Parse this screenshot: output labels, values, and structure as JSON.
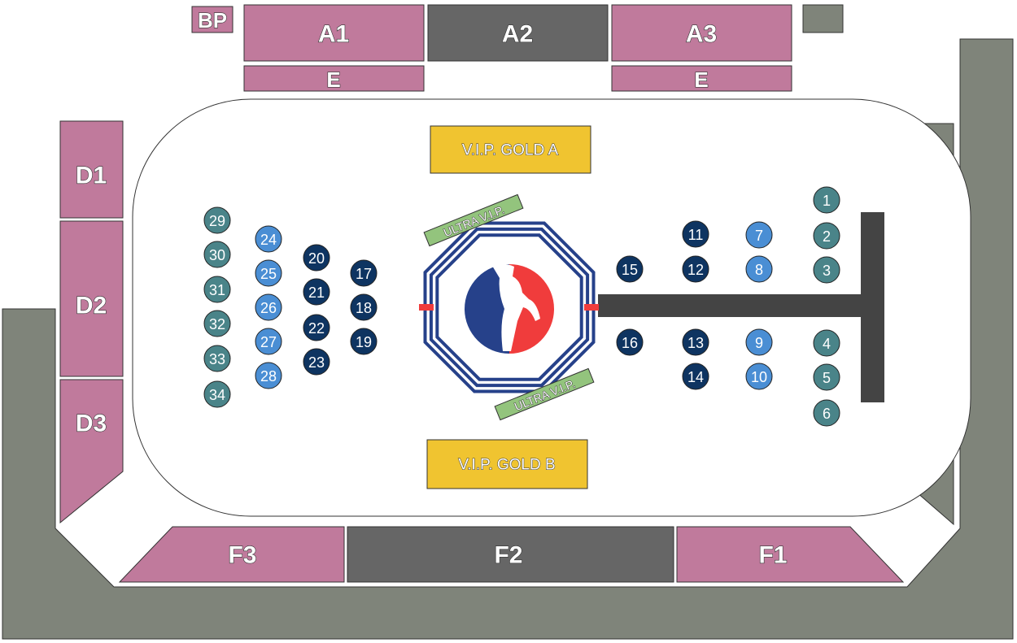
{
  "colors": {
    "section_pink": "#c07a9c",
    "section_dark": "#666666",
    "wall": "#7f847a",
    "vip_gold": "#f0c430",
    "ultra_vip": "#93c47d",
    "table_teal": "#4a8489",
    "table_light_blue": "#4a8ed4",
    "table_navy": "#0e3461",
    "ring_blue": "#26418a",
    "ring_red": "#f03c3c"
  },
  "sections": {
    "bp": "BP",
    "a1": "A1",
    "a2": "A2",
    "a3": "A3",
    "e_left": "E",
    "e_right": "E",
    "d1": "D1",
    "d2": "D2",
    "d3": "D3",
    "f1": "F1",
    "f2": "F2",
    "f3": "F3"
  },
  "vip": {
    "gold_a": "V.I.P. GOLD A",
    "gold_b": "V.I.P. GOLD B",
    "ultra_top": "ULTRA V.I.P.",
    "ultra_bottom": "ULTRA V.I.P."
  },
  "tables": [
    {
      "number": "1",
      "tier": "teal"
    },
    {
      "number": "2",
      "tier": "teal"
    },
    {
      "number": "3",
      "tier": "teal"
    },
    {
      "number": "4",
      "tier": "teal"
    },
    {
      "number": "5",
      "tier": "teal"
    },
    {
      "number": "6",
      "tier": "teal"
    },
    {
      "number": "7",
      "tier": "light_blue"
    },
    {
      "number": "8",
      "tier": "light_blue"
    },
    {
      "number": "9",
      "tier": "light_blue"
    },
    {
      "number": "10",
      "tier": "light_blue"
    },
    {
      "number": "11",
      "tier": "navy"
    },
    {
      "number": "12",
      "tier": "navy"
    },
    {
      "number": "13",
      "tier": "navy"
    },
    {
      "number": "14",
      "tier": "navy"
    },
    {
      "number": "15",
      "tier": "navy"
    },
    {
      "number": "16",
      "tier": "navy"
    },
    {
      "number": "17",
      "tier": "navy"
    },
    {
      "number": "18",
      "tier": "navy"
    },
    {
      "number": "19",
      "tier": "navy"
    },
    {
      "number": "20",
      "tier": "navy"
    },
    {
      "number": "21",
      "tier": "navy"
    },
    {
      "number": "22",
      "tier": "navy"
    },
    {
      "number": "23",
      "tier": "navy"
    },
    {
      "number": "24",
      "tier": "light_blue"
    },
    {
      "number": "25",
      "tier": "light_blue"
    },
    {
      "number": "26",
      "tier": "light_blue"
    },
    {
      "number": "27",
      "tier": "light_blue"
    },
    {
      "number": "28",
      "tier": "light_blue"
    },
    {
      "number": "29",
      "tier": "teal"
    },
    {
      "number": "30",
      "tier": "teal"
    },
    {
      "number": "31",
      "tier": "teal"
    },
    {
      "number": "32",
      "tier": "teal"
    },
    {
      "number": "33",
      "tier": "teal"
    },
    {
      "number": "34",
      "tier": "teal"
    }
  ]
}
